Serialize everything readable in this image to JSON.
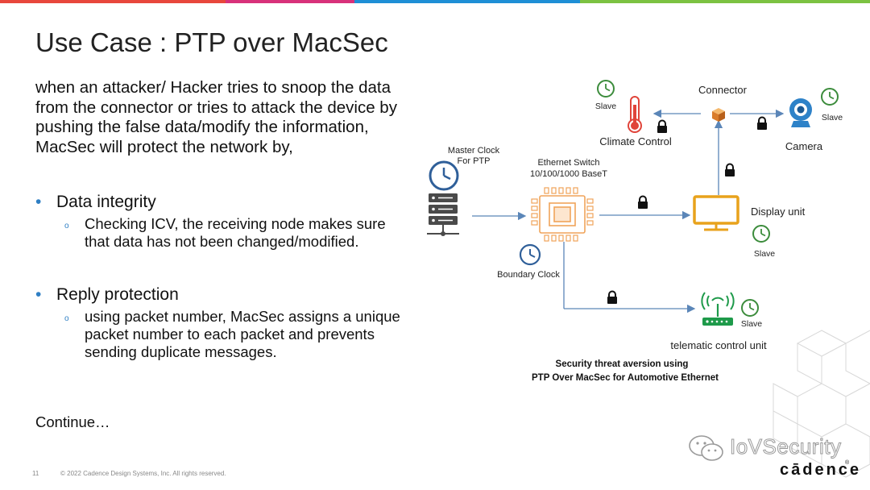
{
  "title": "Use Case : PTP over MacSec",
  "intro": "when an attacker/ Hacker tries to snoop the data from the connector or tries to attack the device by pushing the false data/modify the information, MacSec will protect the network by,",
  "bullets": [
    {
      "heading": "Data integrity",
      "detail": "Checking ICV, the receiving node makes sure that data has not been changed/modified."
    },
    {
      "heading": "Reply protection",
      "detail": "using packet number, MacSec assigns a unique packet number to each packet and prevents sending duplicate messages."
    }
  ],
  "continue_text": "Continue…",
  "footer": {
    "page": "11",
    "copyright": "© 2022 Cadence Design Systems, Inc. All rights reserved."
  },
  "watermark": "IoVSecurity",
  "brand": "cādence",
  "brand_reg": "®",
  "diagram": {
    "master_clock": "Master Clock",
    "for_ptp": "For PTP",
    "switch_line1": "Ethernet Switch",
    "switch_line2": "10/100/1000 BaseT",
    "boundary_clock": "Boundary Clock",
    "connector": "Connector",
    "climate_control": "Climate Control",
    "camera": "Camera",
    "display_unit": "Display unit",
    "telematic": "telematic control unit",
    "slave": "Slave",
    "caption_line1": "Security threat aversion using",
    "caption_line2": "PTP Over MacSec for Automotive Ethernet"
  },
  "colors": {
    "accent_blue": "#2f7fc4",
    "clock_green": "#3c8c3c",
    "thermo_red": "#e0443a",
    "display_gold": "#e8a21c",
    "chip_orange": "#f0a45a",
    "router_green": "#1e9a4a",
    "camera_blue": "#2e82c8",
    "arrow": "#5b86b8"
  }
}
